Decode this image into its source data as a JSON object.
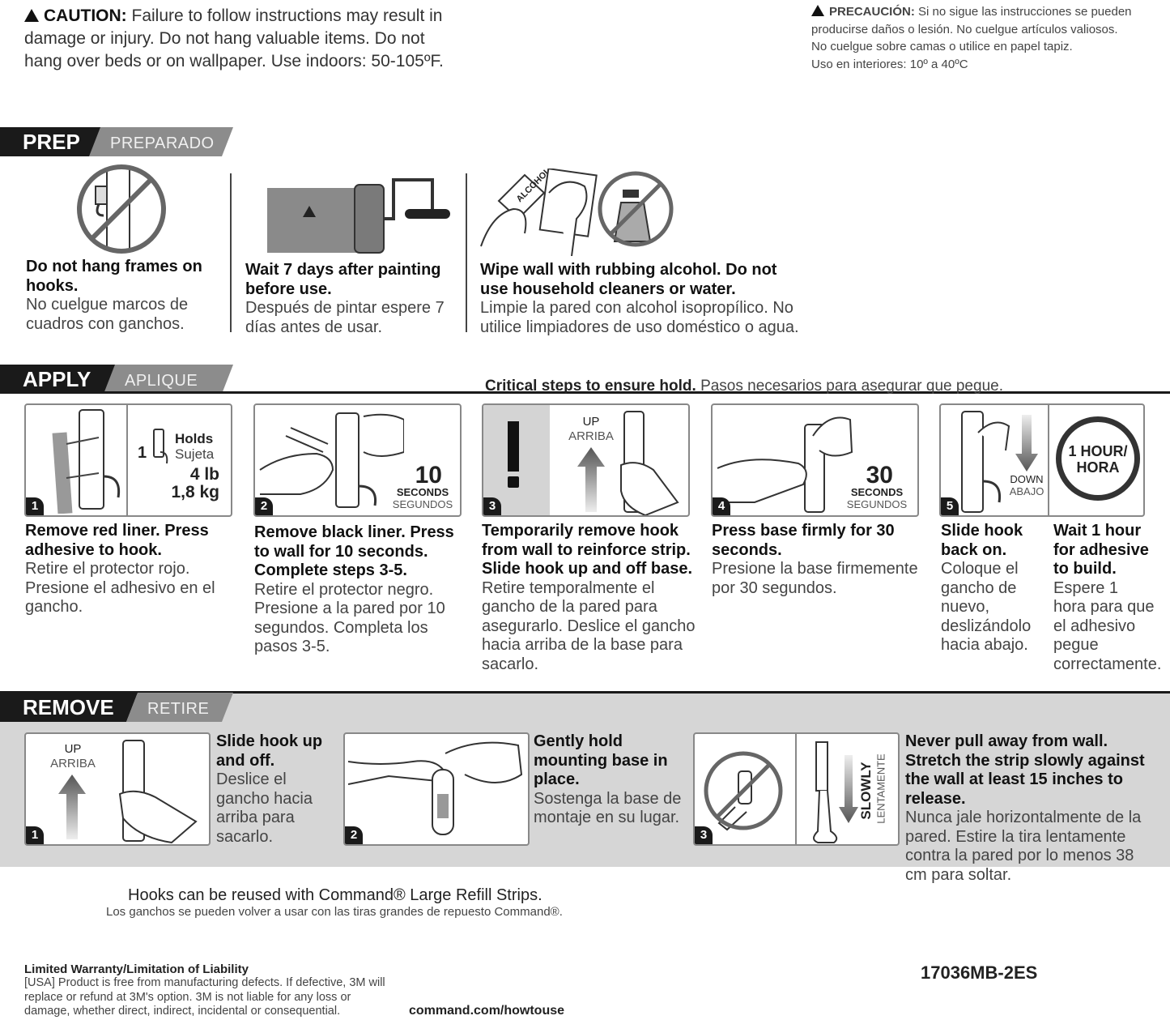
{
  "caution": {
    "label": "CAUTION:",
    "text": "Failure to follow instructions may result in damage or injury. Do not hang valuable items. Do not hang over beds or on wallpaper. Use indoors: 50-105ºF.",
    "label_es": "PRECAUCIÓN:",
    "text_es_1": "Si no sigue las instrucciones se pueden",
    "text_es_2": "producirse daños o lesión. No cuelgue artículos valiosos.",
    "text_es_3": "No cuelgue sobre camas o utilice en papel tapiz.",
    "text_es_4": "Uso en interiores: 10º a 40ºC"
  },
  "prep": {
    "title": "PREP",
    "title_es": "PREPARADO",
    "steps": [
      {
        "en": "Do not hang frames on hooks.",
        "es": "No cuelgue marcos de cuadros con ganchos."
      },
      {
        "en": "Wait 7 days after painting before use.",
        "es": "Después de pintar espere 7 días antes de usar."
      },
      {
        "en": "Wipe wall with rubbing alcohol. Do not use household cleaners or water.",
        "es": "Limpie la pared con alcohol isopropílico. No utilice limpiadores de uso doméstico o agua."
      }
    ],
    "alcohol_label": "ALCOHOL"
  },
  "apply": {
    "title": "APPLY",
    "title_es": "APLIQUE",
    "critical_en": "Critical steps to ensure hold.",
    "critical_es": "Pasos necesarios para asegurar que pegue.",
    "holds": {
      "count": "1",
      "label": "Holds",
      "label_es": "Sujeta",
      "lb": "4 lb",
      "kg": "1,8 kg"
    },
    "seconds_10": {
      "value": "10",
      "label": "SECONDS",
      "label_es": "SEGUNDOS"
    },
    "seconds_30": {
      "value": "30",
      "label": "SECONDS",
      "label_es": "SEGUNDOS"
    },
    "up": {
      "en": "UP",
      "es": "ARRIBA"
    },
    "down": {
      "en": "DOWN",
      "es": "ABAJO"
    },
    "hour": {
      "en": "1 HOUR/",
      "es": "HORA"
    },
    "steps": [
      {
        "n": "1",
        "en": "Remove red liner. Press adhesive to hook.",
        "es": "Retire el protector rojo. Presione el adhesivo en el gancho."
      },
      {
        "n": "2",
        "en": "Remove black liner. Press to wall for 10 seconds. Complete steps 3-5.",
        "es": "Retire el protector negro. Presione a la pared por 10 segundos. Completa los pasos 3-5."
      },
      {
        "n": "3",
        "en": "Temporarily remove hook from wall to reinforce strip. Slide hook up and off base.",
        "es": "Retire temporalmente el gancho de la pared para asegurarlo. Deslice el gancho hacia arriba de la base para sacarlo."
      },
      {
        "n": "4",
        "en": "Press base firmly for 30 seconds.",
        "es": "Presione la base firmemente por 30 segundos."
      },
      {
        "n": "5",
        "en": "Slide hook back on.",
        "es": "Coloque el gancho de nuevo, deslizándolo hacia abajo."
      },
      {
        "n": "",
        "en": "Wait 1 hour for adhesive to build.",
        "es": "Espere 1 hora para que el adhesivo pegue correctamente."
      }
    ]
  },
  "remove": {
    "title": "REMOVE",
    "title_es": "RETIRE",
    "up": {
      "en": "UP",
      "es": "ARRIBA"
    },
    "slowly": {
      "en": "SLOWLY",
      "es": "LENTAMENTE"
    },
    "steps": [
      {
        "n": "1",
        "en": "Slide hook up and off.",
        "es": "Deslice el gancho hacia arriba para sacarlo."
      },
      {
        "n": "2",
        "en": "Gently hold mounting base in place.",
        "es": "Sostenga la base de montaje en su lugar."
      },
      {
        "n": "3",
        "en": "Never pull away from wall. Stretch the strip slowly against the wall at least 15 inches to release.",
        "es": "Nunca jale horizontalmente de la pared. Estire la tira lentamente contra la pared por lo menos 38 cm para soltar."
      }
    ]
  },
  "reuse": {
    "en": "Hooks can be reused with Command® Large Refill Strips.",
    "es": "Los ganchos se pueden volver a usar con las tiras grandes de repuesto Command®."
  },
  "warranty": {
    "title": "Limited Warranty/Limitation of Liability",
    "text": "[USA] Product is free from manufacturing defects. If defective, 3M will replace or refund at 3M's option. 3M is not liable for any loss or damage, whether direct, indirect, incidental or consequential."
  },
  "footer": {
    "code": "17036MB-2ES",
    "url": "command.com/howtouse"
  }
}
